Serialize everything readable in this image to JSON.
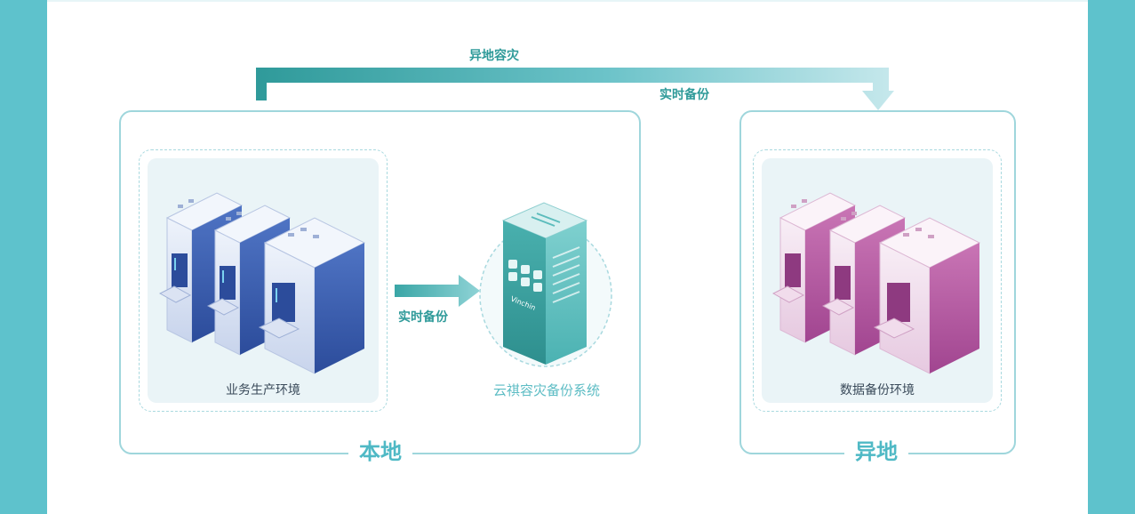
{
  "labels": {
    "offsite_dr": "异地容灾",
    "realtime_backup_top": "实时备份",
    "realtime_backup_mid": "实时备份",
    "local_region": "本地",
    "remote_region": "异地",
    "production_env": "业务生产环境",
    "dr_system": "云祺容灾备份系统",
    "backup_env": "数据备份环境",
    "device_logo": "Vinchin"
  },
  "colors": {
    "side_bar": "#5ec2cc",
    "teal_arrow": "#3aa9a8",
    "box_border": "#9fd6dc",
    "server_blue": "#3b5fb0",
    "server_teal": "#3fb3ad",
    "server_purple": "#b24f9e"
  }
}
